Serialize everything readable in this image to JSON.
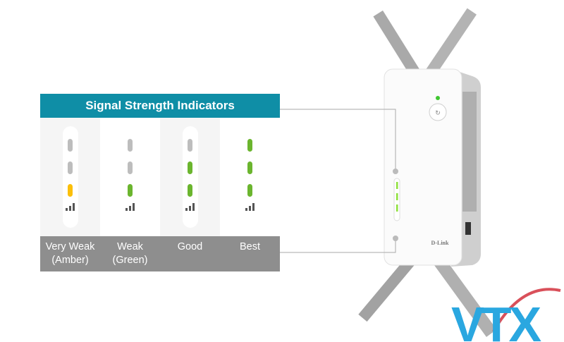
{
  "panel": {
    "title": "Signal Strength Indicators",
    "levels": [
      {
        "label_line1": "Very Weak",
        "label_line2": "(Amber)",
        "leds": [
          "off",
          "off",
          "amber"
        ]
      },
      {
        "label_line1": "Weak",
        "label_line2": "(Green)",
        "leds": [
          "off",
          "off",
          "green"
        ]
      },
      {
        "label_line1": "Good",
        "label_line2": "",
        "leds": [
          "off",
          "green",
          "green"
        ]
      },
      {
        "label_line1": "Best",
        "label_line2": "",
        "leds": [
          "green",
          "green",
          "green"
        ]
      }
    ]
  },
  "device": {
    "brand": "D-Link"
  },
  "logo": {
    "text": "VTX"
  },
  "colors": {
    "header": "#0f8ea6",
    "amber": "#fbbf0a",
    "green": "#6bb52e",
    "off": "#bdbdbd",
    "label_band": "#8e8e8e"
  }
}
